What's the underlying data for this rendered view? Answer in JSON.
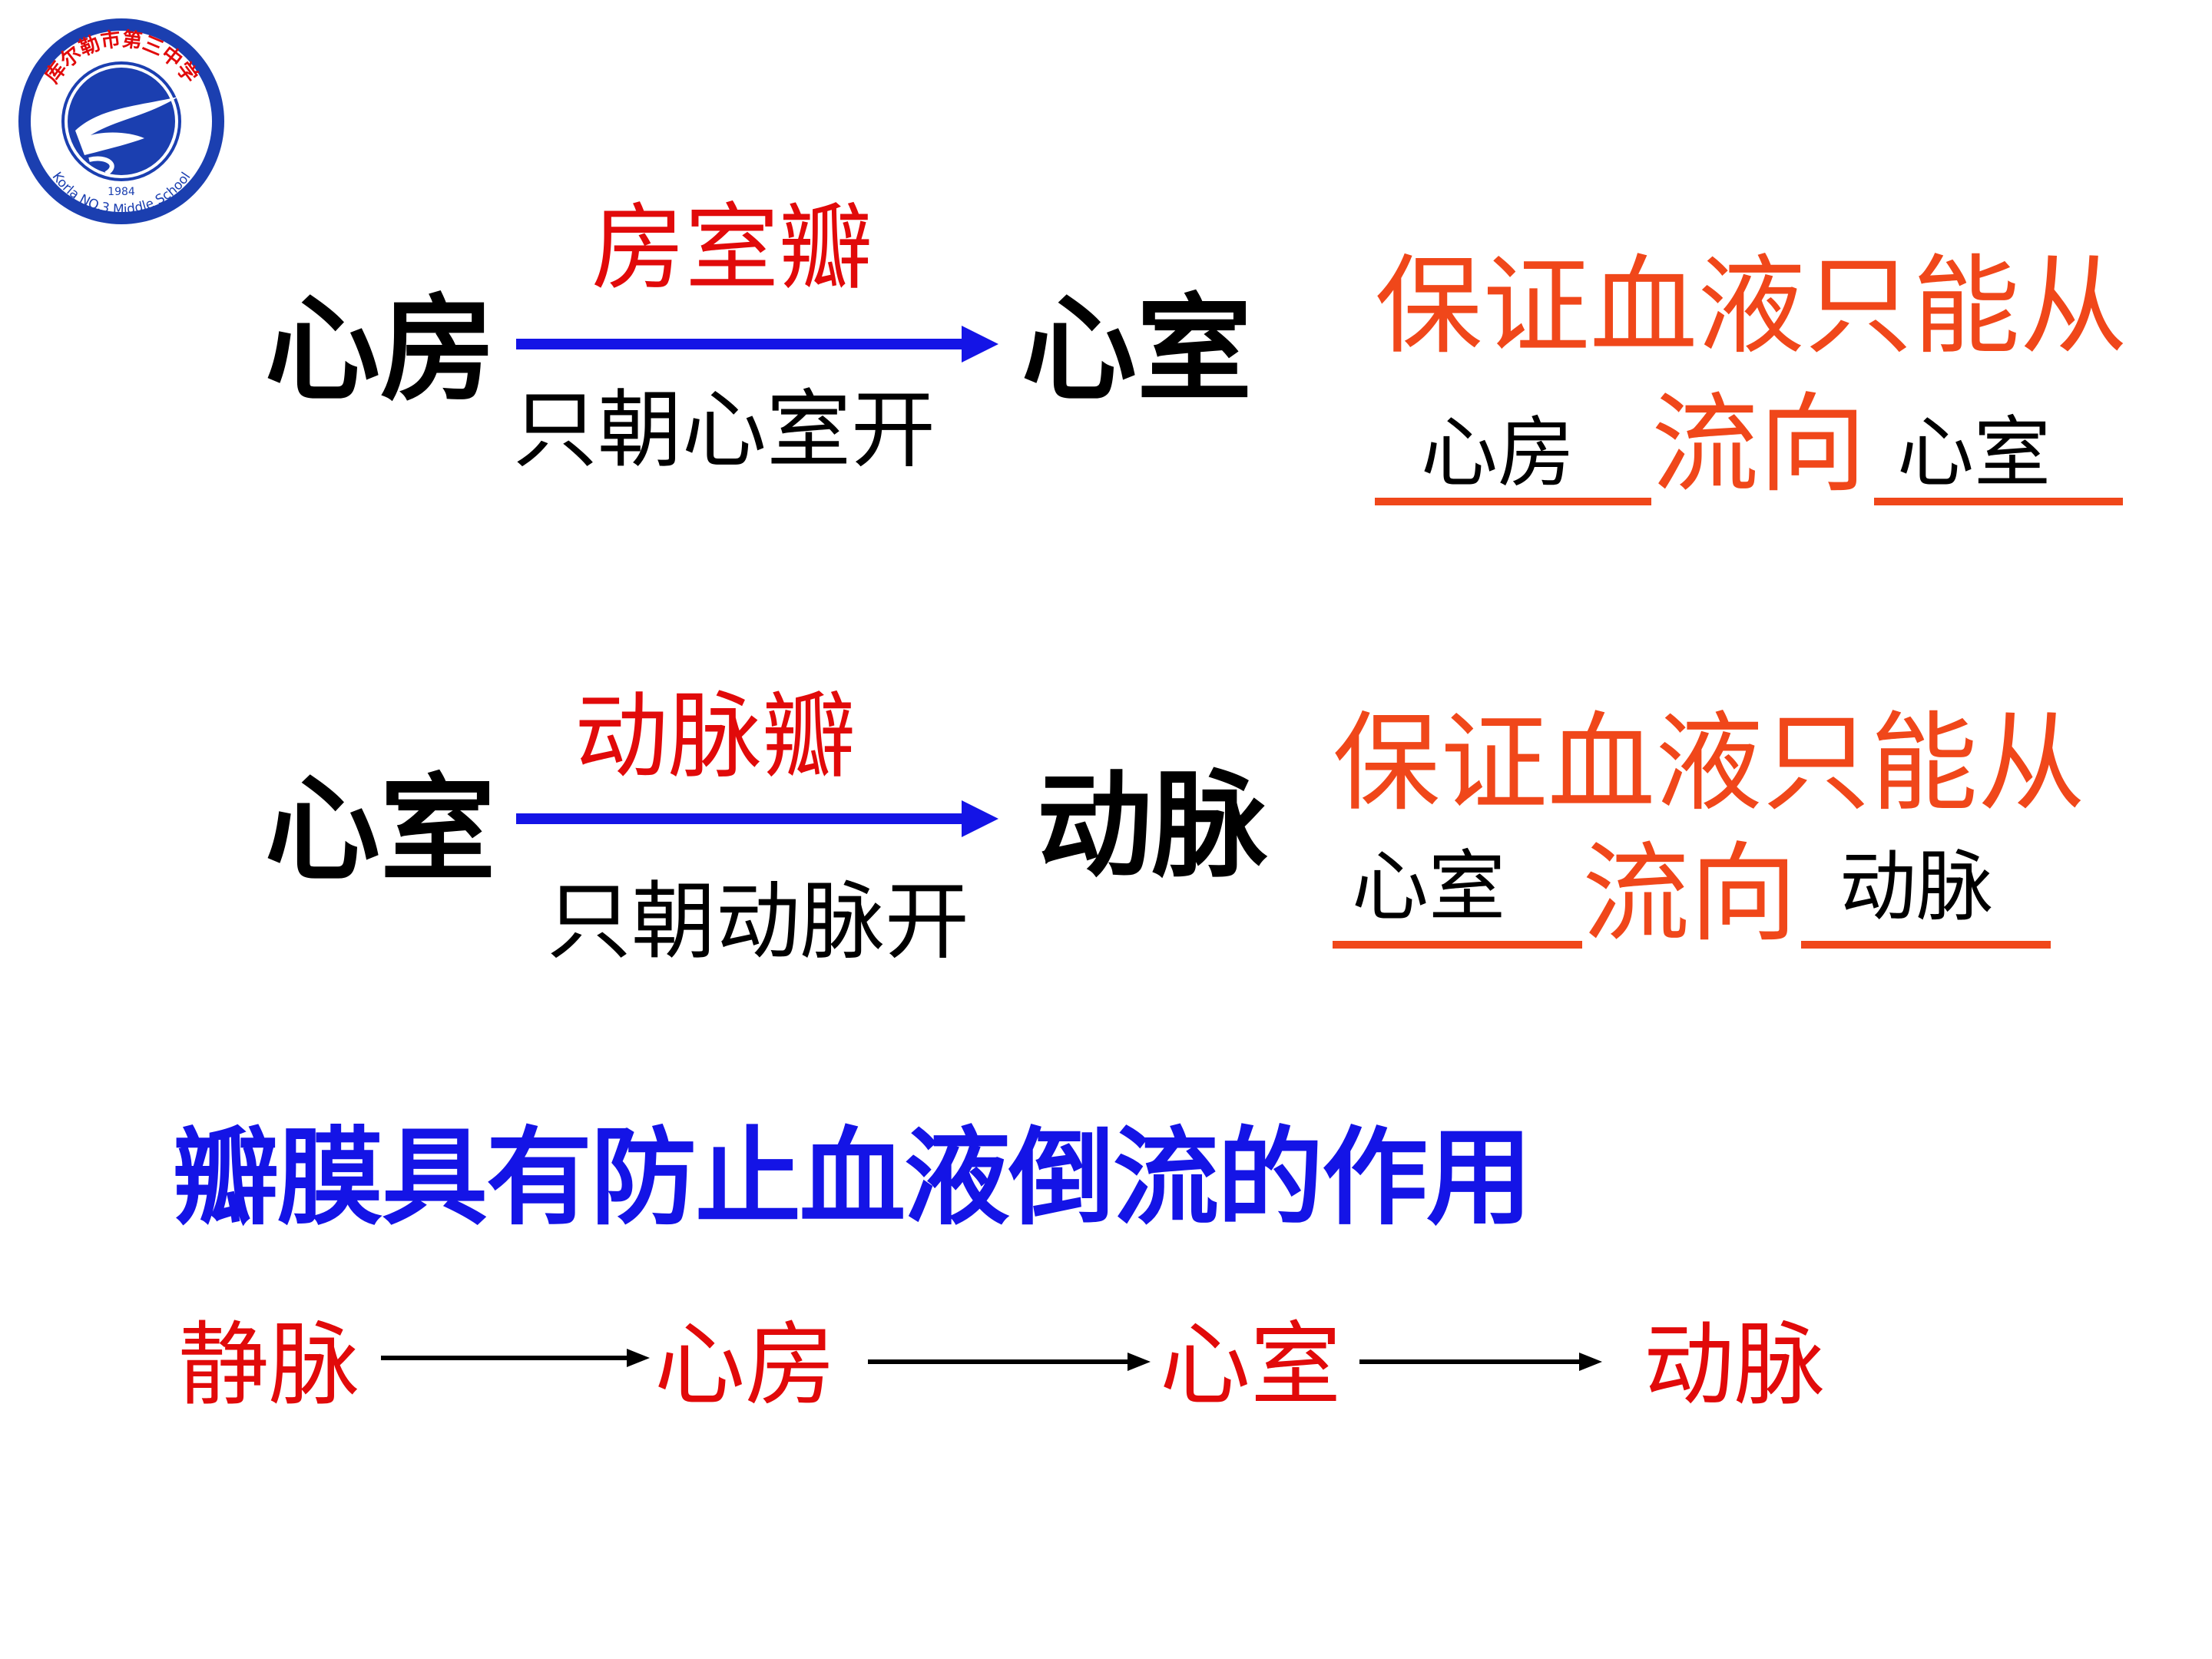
{
  "logo": {
    "top_text": "库尔勒市第三中学",
    "bottom_text": "Korla NO.3 Middle School",
    "year": "1984",
    "colors": {
      "ring": "#1b3fb0",
      "text": "#e10a0a"
    }
  },
  "row1": {
    "from": "心房",
    "valve": "房室瓣",
    "opens": "只朝心室开",
    "to": "心室",
    "guarantee": "保证血液只能从",
    "blank1": "心房",
    "flow": "流向",
    "blank2": "心室"
  },
  "row2": {
    "from": "心室",
    "valve": "动脉瓣",
    "opens": "只朝动脉开",
    "to": "动脉",
    "guarantee": "保证血液只能从",
    "blank1": "心室",
    "flow": "流向",
    "blank2": "动脉"
  },
  "summary": "瓣膜具有防止血液倒流的作用",
  "path": [
    "静脉",
    "心房",
    "心室",
    "动脉"
  ],
  "colors": {
    "red": "#e10a0a",
    "orange": "#f0471a",
    "blue": "#1414e6",
    "black": "#000000"
  }
}
